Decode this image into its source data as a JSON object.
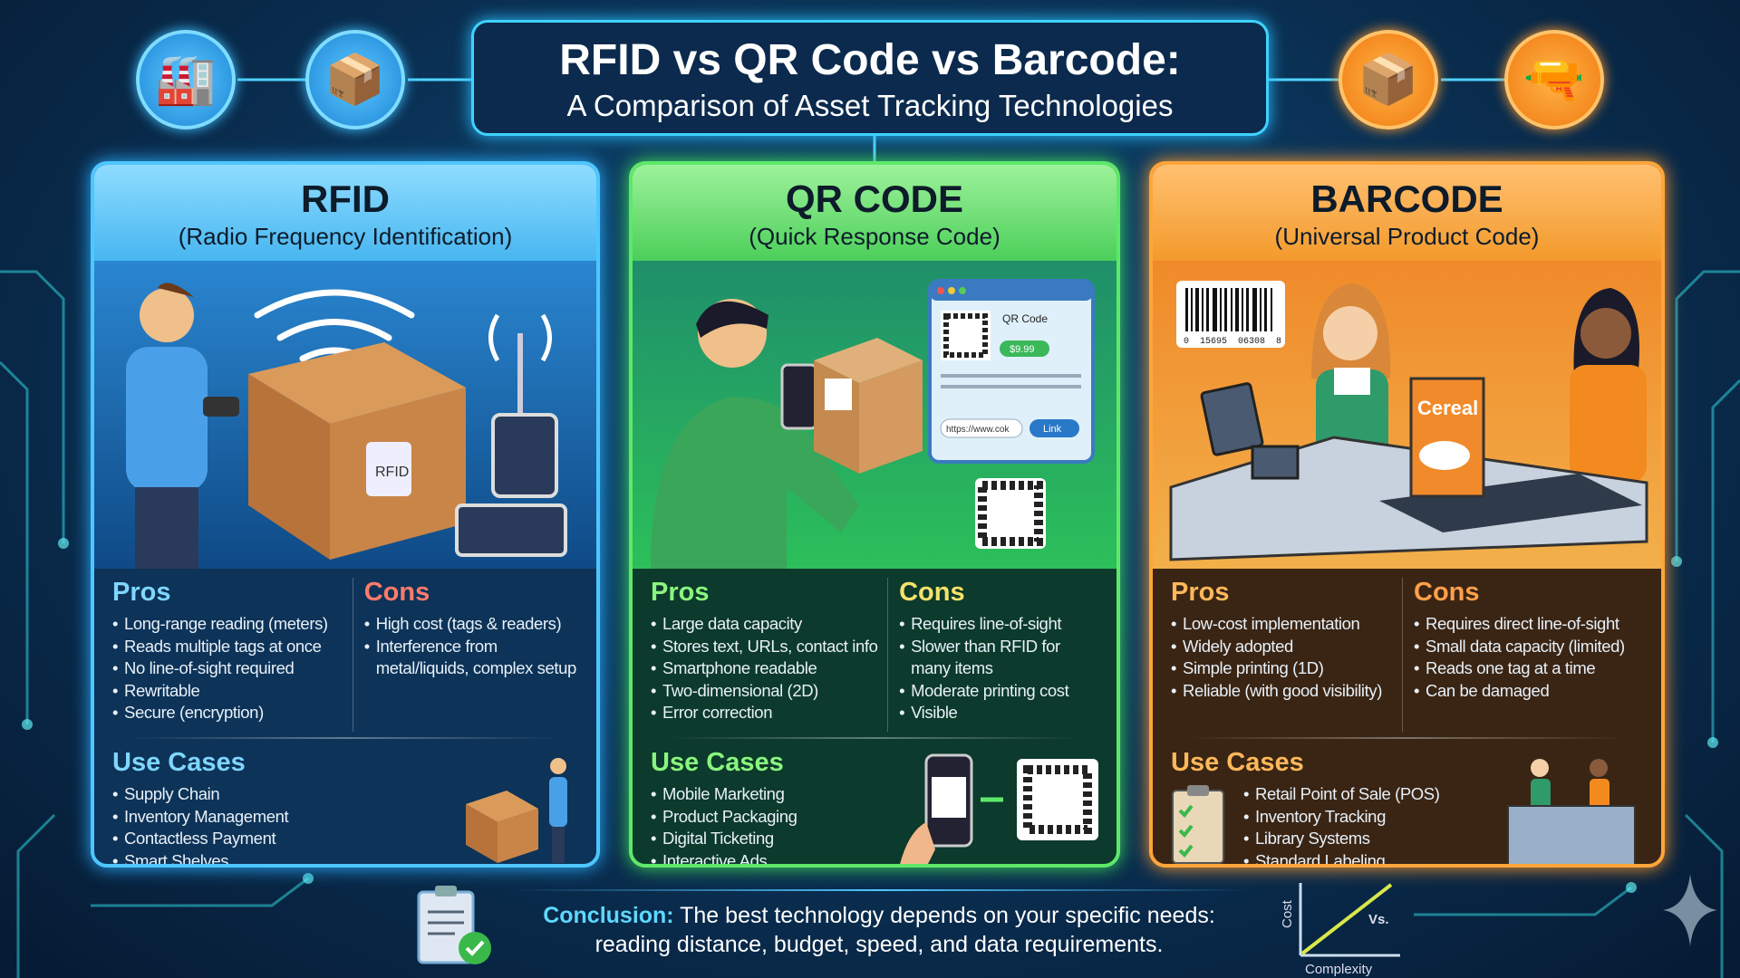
{
  "title": "RFID vs QR Code vs Barcode:",
  "subtitle": "A Comparison of Asset Tracking Technologies",
  "icons": [
    "factory-icon",
    "box-icon",
    "box-icon",
    "barcode-scanner-icon"
  ],
  "colors": {
    "rfid": "#4fc6ff",
    "qr": "#5ee86a",
    "barcode": "#ffa53a",
    "background": "#0a2f52"
  },
  "cards": [
    {
      "id": "rfid",
      "title": "RFID",
      "subtitle": "(Radio Frequency Identification)",
      "pros_label": "Pros",
      "cons_label": "Cons",
      "pros": [
        "Long-range reading (meters)",
        "Reads multiple tags at once",
        "No line-of-sight required",
        "Rewritable",
        "Secure (encryption)"
      ],
      "cons": [
        "High cost (tags & readers)",
        "Interference from metal/liquids, complex setup"
      ],
      "use_cases_label": "Use Cases",
      "use_cases": [
        "Supply Chain",
        "Inventory Management",
        "Contactless Payment",
        "Smart Shelves"
      ],
      "tag_label": "RFID"
    },
    {
      "id": "qr",
      "title": "QR CODE",
      "subtitle": "(Quick Response Code)",
      "pros_label": "Pros",
      "cons_label": "Cons",
      "pros": [
        "Large data capacity",
        "Stores text, URLs, contact info",
        "Smartphone readable",
        "Two-dimensional (2D)",
        "Error correction"
      ],
      "cons": [
        "Requires line-of-sight",
        "Slower than RFID for many items",
        "Moderate printing cost",
        "Visible"
      ],
      "use_cases_label": "Use Cases",
      "use_cases": [
        "Mobile Marketing",
        "Product Packaging",
        "Digital Ticketing",
        "Interactive Ads"
      ],
      "popup": {
        "title": "QR Code",
        "price": "$9.99",
        "url": "https://www.cok",
        "link": "Link"
      }
    },
    {
      "id": "barcode",
      "title": "BARCODE",
      "subtitle": "(Universal Product Code)",
      "pros_label": "Pros",
      "cons_label": "Cons",
      "pros": [
        "Low-cost implementation",
        "Widely adopted",
        "Simple printing (1D)",
        "Reliable (with good visibility)"
      ],
      "cons": [
        "Requires direct line-of-sight",
        "Small data capacity (limited)",
        "Reads one tag at a time",
        "Can be damaged"
      ],
      "use_cases_label": "Use Cases",
      "use_cases": [
        "Retail Point of Sale (POS)",
        "Inventory Tracking",
        "Library Systems",
        "Standard Labeling"
      ],
      "barcode_number": "0  15695  06308  8",
      "box_label": "Cereal"
    }
  ],
  "conclusion": {
    "label": "Conclusion:",
    "text": " The best technology depends on your specific needs: reading distance, budget, speed, and data requirements."
  },
  "mini_chart": {
    "ylabel": "Cost",
    "xlabel": "Complexity",
    "annotation": "Vs."
  }
}
